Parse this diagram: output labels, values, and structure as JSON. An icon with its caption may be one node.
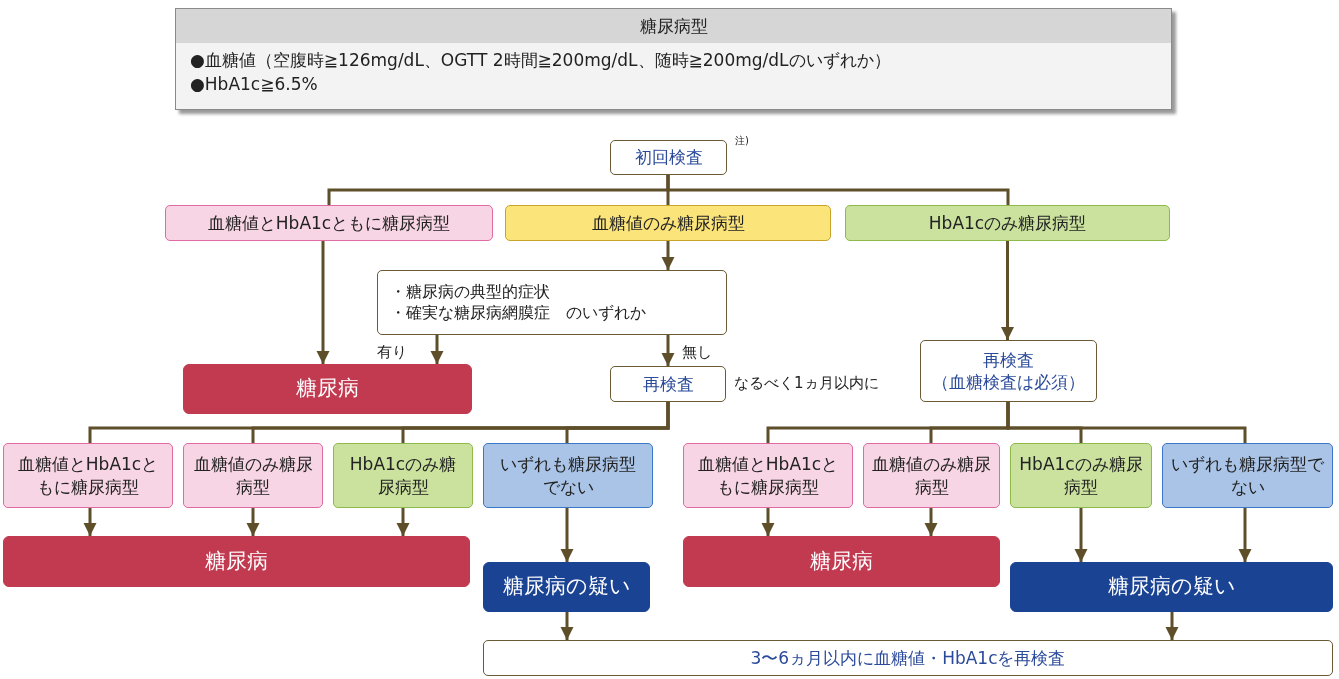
{
  "diagram": {
    "nodes": [
      {
        "text": [
          "糖尿病型",
          "●血糖値（空腹時≧126mg/dL、OGTT 2時間≧200mg/dL、随時≧200mg/dLのいずれか）",
          "●HbA1c≧6.5%"
        ]
      },
      {
        "text": [
          "初回検査"
        ],
        "beside": [
          "注)"
        ]
      },
      {
        "text": [
          "血糖値とHbA1cともに糖尿病型"
        ]
      },
      {
        "text": [
          "血糖値のみ糖尿病型"
        ]
      },
      {
        "text": [
          "HbA1cのみ糖尿病型"
        ]
      },
      {
        "text": [
          "・糖尿病の典型的症状",
          "・確実な糖尿病網膜症　のいずれか"
        ]
      },
      {
        "text": [
          "糖尿病"
        ]
      },
      {
        "text": [
          "再検査"
        ],
        "beside": [
          "なるべく1ヵ月以内に"
        ]
      },
      {
        "text": [
          "再検査",
          "（血糖検査は必須）"
        ]
      },
      {
        "text": [
          "血糖値とHbA1cともに糖尿病型"
        ]
      },
      {
        "text": [
          "血糖値のみ糖尿病型"
        ]
      },
      {
        "text": [
          "HbA1cのみ糖尿病型"
        ]
      },
      {
        "text": [
          "いずれも糖尿病型でない"
        ]
      },
      {
        "text": [
          "糖尿病"
        ]
      },
      {
        "text": [
          "糖尿病の疑い"
        ]
      },
      {
        "text": [
          "血糖値とHbA1cともに糖尿病型"
        ]
      },
      {
        "text": [
          "血糖値のみ糖尿病型"
        ]
      },
      {
        "text": [
          "HbA1cのみ糖尿病型"
        ]
      },
      {
        "text": [
          "いずれも糖尿病型でない"
        ]
      },
      {
        "text": [
          "糖尿病"
        ]
      },
      {
        "text": [
          "糖尿病の疑い"
        ]
      },
      {
        "text": [
          "3〜6ヵ月以内に血糖値・HbA1cを再検査"
        ]
      }
    ],
    "edges": [
      {
        "from": 1,
        "to": 2,
        "arrow": "none"
      },
      {
        "from": 1,
        "to": 3,
        "arrow": "none"
      },
      {
        "from": 1,
        "to": 4,
        "arrow": "none"
      },
      {
        "from": 2,
        "to": 6,
        "arrow": "to"
      },
      {
        "from": 3,
        "to": 5,
        "arrow": "to"
      },
      {
        "from": 5,
        "to": 6,
        "arrow": "to",
        "label": "有り"
      },
      {
        "from": 5,
        "to": 7,
        "arrow": "to",
        "label": "無し"
      },
      {
        "from": 4,
        "to": 8,
        "arrow": "to"
      },
      {
        "from": 7,
        "to": 9,
        "arrow": "none"
      },
      {
        "from": 7,
        "to": 10,
        "arrow": "none"
      },
      {
        "from": 7,
        "to": 11,
        "arrow": "none"
      },
      {
        "from": 7,
        "to": 12,
        "arrow": "none"
      },
      {
        "from": 9,
        "to": 13,
        "arrow": "to"
      },
      {
        "from": 10,
        "to": 13,
        "arrow": "to"
      },
      {
        "from": 11,
        "to": 13,
        "arrow": "to"
      },
      {
        "from": 12,
        "to": 14,
        "arrow": "to"
      },
      {
        "from": 14,
        "to": 21,
        "arrow": "to"
      },
      {
        "from": 8,
        "to": 15,
        "arrow": "none"
      },
      {
        "from": 8,
        "to": 16,
        "arrow": "none"
      },
      {
        "from": 8,
        "to": 17,
        "arrow": "none"
      },
      {
        "from": 8,
        "to": 18,
        "arrow": "none"
      },
      {
        "from": 15,
        "to": 19,
        "arrow": "to"
      },
      {
        "from": 16,
        "to": 19,
        "arrow": "to"
      },
      {
        "from": 17,
        "to": 20,
        "arrow": "to"
      },
      {
        "from": 18,
        "to": 20,
        "arrow": "to"
      },
      {
        "from": 20,
        "to": 21,
        "arrow": "to"
      }
    ]
  }
}
